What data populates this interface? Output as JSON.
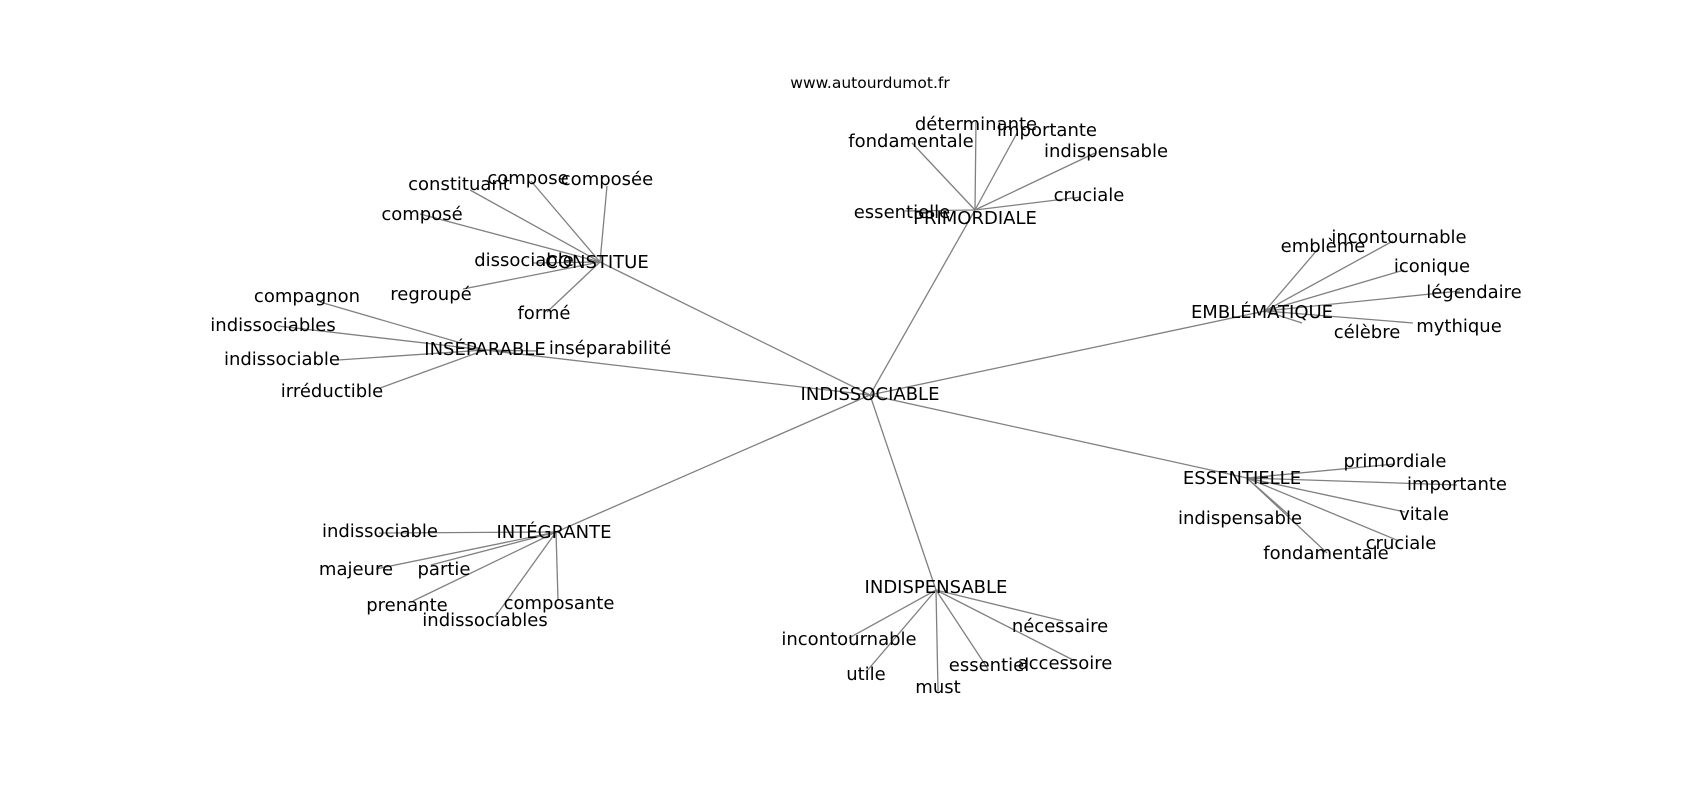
{
  "site": "www.autourdumot.fr",
  "center": "INDISSOCIABLE",
  "clusters": [
    {
      "word": "CONSTITUE",
      "neighbors": [
        "constituant",
        "compose",
        "composée",
        "composé",
        "dissociable",
        "regroupé",
        "formé"
      ]
    },
    {
      "word": "PRIMORDIALE",
      "neighbors": [
        "fondamentale",
        "déterminante",
        "importante",
        "indispensable",
        "essentielle",
        "cruciale"
      ]
    },
    {
      "word": "EMBLÉMATIQUE",
      "neighbors": [
        "emblème",
        "incontournable",
        "iconique",
        "légendaire",
        "célèbre",
        "mythique"
      ]
    },
    {
      "word": "INSÉPARABLE",
      "neighbors": [
        "compagnon",
        "indissociables",
        "indissociable",
        "irréductible",
        "inséparabilité"
      ]
    },
    {
      "word": "ESSENTIELLE",
      "neighbors": [
        "primordiale",
        "importante",
        "indispensable",
        "vitale",
        "cruciale",
        "fondamentale"
      ]
    },
    {
      "word": "INTÉGRANTE",
      "neighbors": [
        "indissociable",
        "majeure",
        "partie",
        "prenante",
        "composante",
        "indissociables"
      ]
    },
    {
      "word": "INDISPENSABLE",
      "neighbors": [
        "nécessaire",
        "incontournable",
        "accessoire",
        "essentiel",
        "utile",
        "must"
      ]
    }
  ]
}
